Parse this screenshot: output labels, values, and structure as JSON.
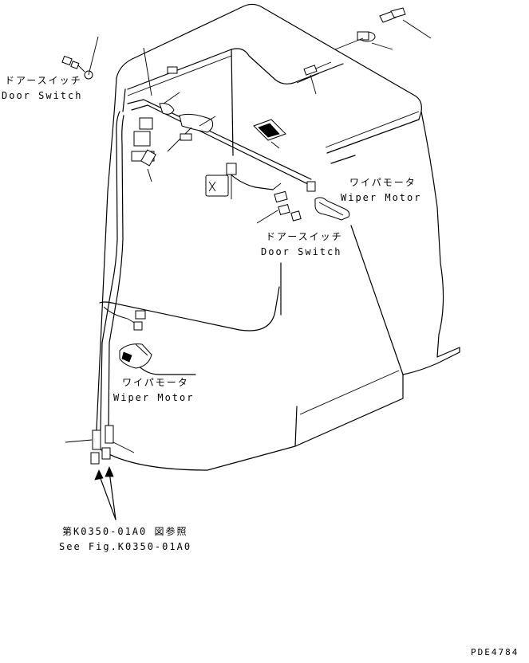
{
  "labels": {
    "door_switch_left_jp": "ドアースイッチ",
    "door_switch_left_en": "Door Switch",
    "wiper_motor_right_jp": "ワイパモータ",
    "wiper_motor_right_en": "Wiper Motor",
    "door_switch_center_jp": "ドアースイッチ",
    "door_switch_center_en": "Door Switch",
    "wiper_motor_center_jp": "ワイパモータ",
    "wiper_motor_center_en": "Wiper Motor",
    "reference_jp": "第K0350-01A0 図参照",
    "reference_en": "See Fig.K0350-01A0",
    "drawing_code": "PDE4784"
  },
  "colors": {
    "line": "#000000",
    "background": "#ffffff"
  }
}
